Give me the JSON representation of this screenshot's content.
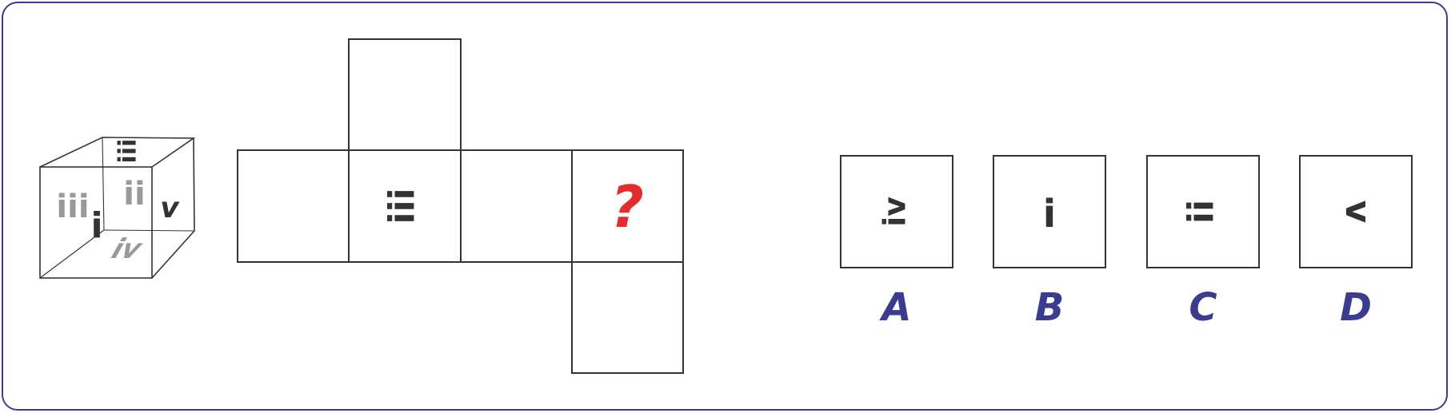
{
  "colors": {
    "frame": "#3a3b91",
    "line": "#333333",
    "dark_symbol": "#333333",
    "light_symbol": "#999999",
    "question": "#e32d2d",
    "option_letter": "#3a3b91"
  },
  "cube": {
    "faces": {
      "top": "iii",
      "front": "iii",
      "back": "ii",
      "left": "i",
      "right": "v",
      "bottom": "iv"
    }
  },
  "net": {
    "shown_face": "iii",
    "question_mark": "?"
  },
  "options": [
    {
      "letter": "A",
      "symbol": "iv"
    },
    {
      "letter": "B",
      "symbol": "i"
    },
    {
      "letter": "C",
      "symbol": "ii"
    },
    {
      "letter": "D",
      "symbol": "v"
    }
  ]
}
